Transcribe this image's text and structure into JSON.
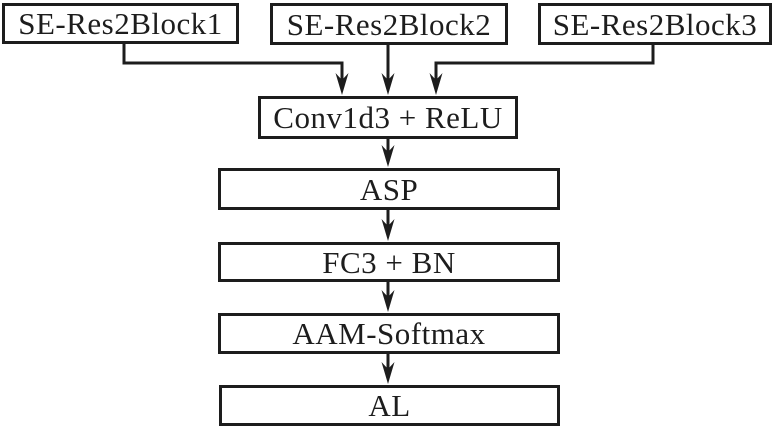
{
  "diagram": {
    "type": "flowchart",
    "description": "Neural network architecture block diagram",
    "colors": {
      "stroke": "#1d1d1d",
      "background": "#ffffff",
      "text": "#1d1d1d"
    },
    "nodes": [
      {
        "id": "se-res2block1",
        "label": "SE-Res2Block1"
      },
      {
        "id": "se-res2block2",
        "label": "SE-Res2Block2"
      },
      {
        "id": "se-res2block3",
        "label": "SE-Res2Block3"
      },
      {
        "id": "conv1d3-relu",
        "label": "Conv1d3 + ReLU"
      },
      {
        "id": "asp",
        "label": "ASP"
      },
      {
        "id": "fc3-bn",
        "label": "FC3 + BN"
      },
      {
        "id": "aam-softmax",
        "label": "AAM-Softmax"
      },
      {
        "id": "al",
        "label": "AL"
      }
    ],
    "edges": [
      {
        "from": "SE-Res2Block1",
        "to": "Conv1d3 + ReLU"
      },
      {
        "from": "SE-Res2Block2",
        "to": "Conv1d3 + ReLU"
      },
      {
        "from": "SE-Res2Block3",
        "to": "Conv1d3 + ReLU"
      },
      {
        "from": "Conv1d3 + ReLU",
        "to": "ASP"
      },
      {
        "from": "ASP",
        "to": "FC3 + BN"
      },
      {
        "from": "FC3 + BN",
        "to": "AAM-Softmax"
      },
      {
        "from": "AAM-Softmax",
        "to": "AL"
      }
    ]
  }
}
